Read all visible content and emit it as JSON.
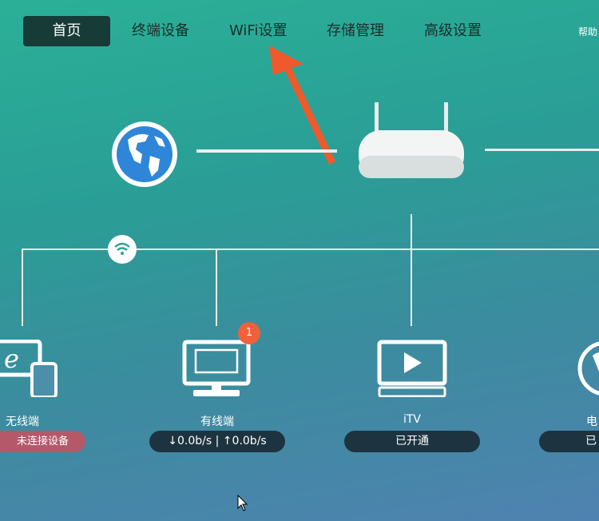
{
  "nav": {
    "items": [
      {
        "label": "首页",
        "active": true
      },
      {
        "label": "终端设备"
      },
      {
        "label": "WiFi设置"
      },
      {
        "label": "存储管理"
      },
      {
        "label": "高级设置"
      }
    ],
    "help": "帮助"
  },
  "devices": [
    {
      "label": "无线端",
      "status": "未连接设备",
      "status_color": "#b4586a"
    },
    {
      "label": "有线端",
      "status": "↓0.0b/s | ↑0.0b/s",
      "badge": "1"
    },
    {
      "label": "iTV",
      "status": "已开通"
    },
    {
      "label": "电",
      "status": "已"
    }
  ],
  "colors": {
    "accent_arrow": "#ee5a2c",
    "nav_active": "#173b37",
    "pill": "#1d3440"
  }
}
